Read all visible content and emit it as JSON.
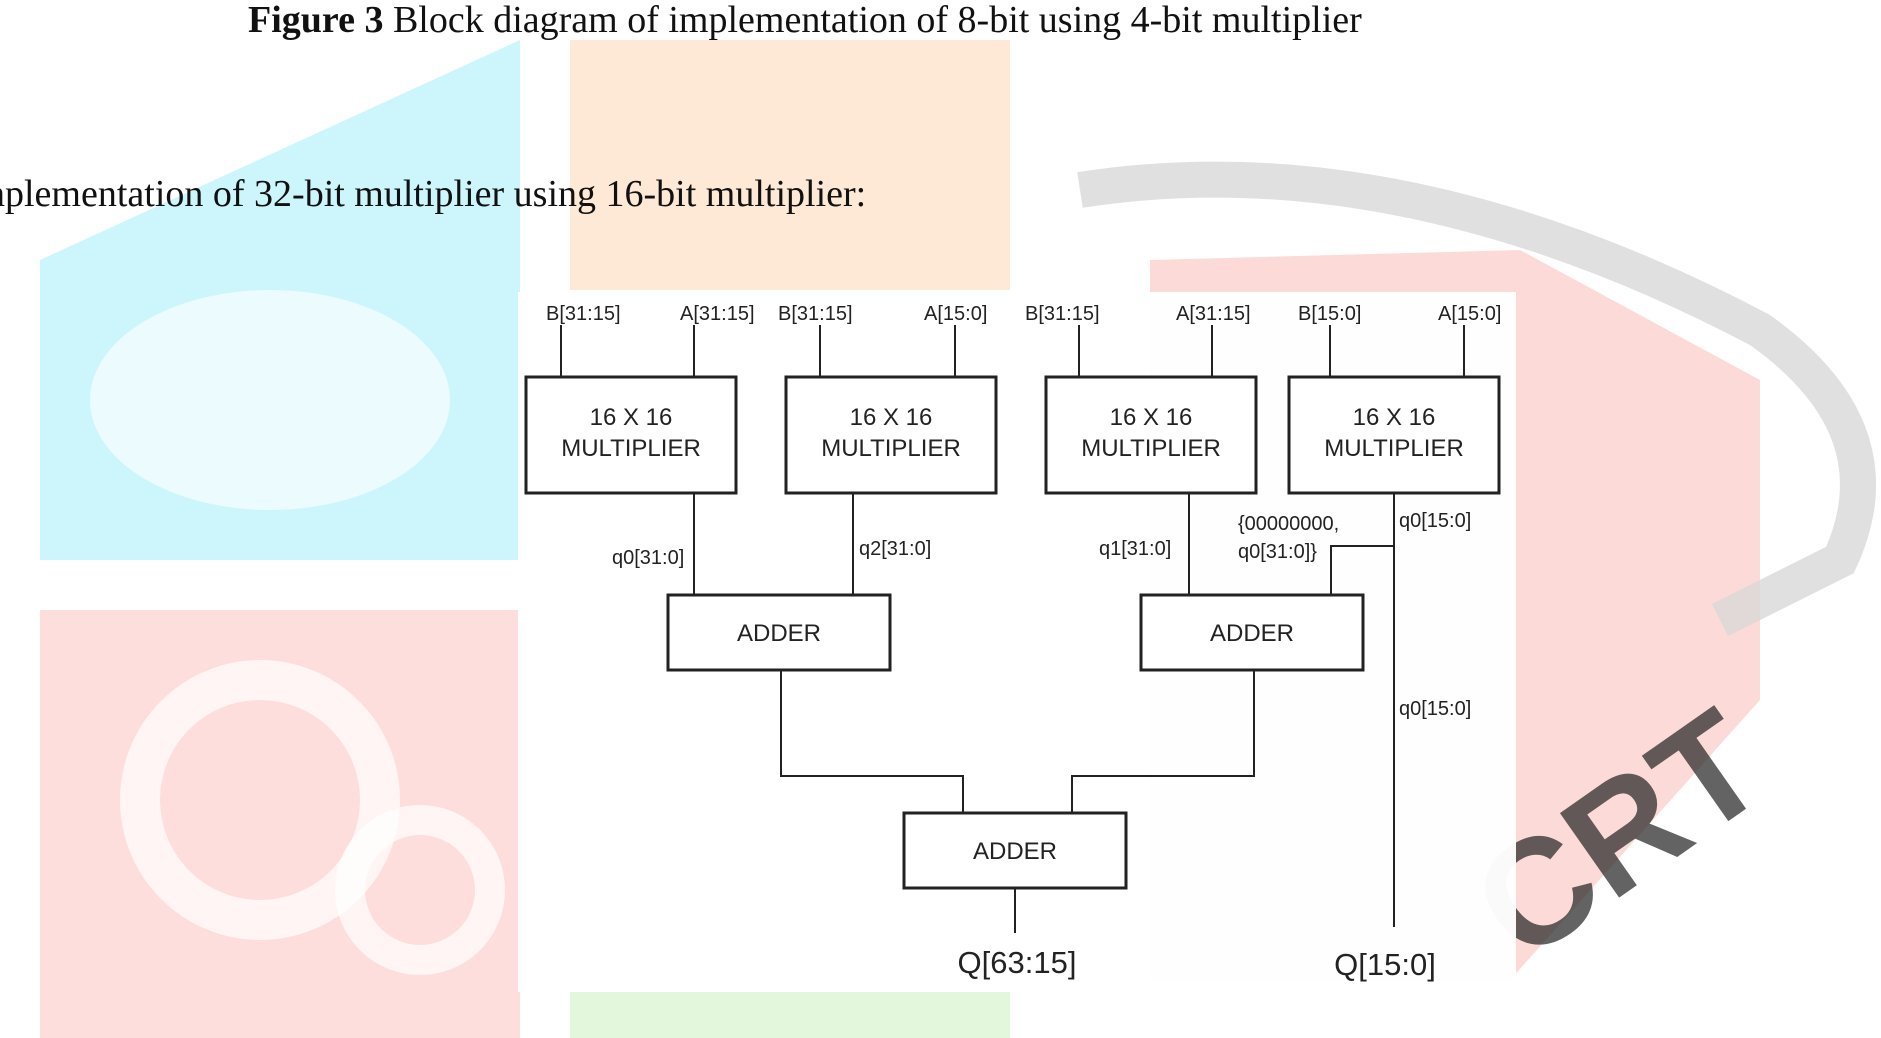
{
  "caption": {
    "figure_label": "Figure 3",
    "text": "Block diagram of implementation of 8-bit using 4-bit multiplier"
  },
  "subheading": "nplementation of 32-bit multiplier using 16-bit multiplier:",
  "diagram": {
    "inputs": [
      "B[31:15]",
      "A[31:15]",
      "B[31:15]",
      "A[15:0]",
      "B[31:15]",
      "A[31:15]",
      "B[15:0]",
      "A[15:0]"
    ],
    "multipliers": [
      {
        "line1": "16 X 16",
        "line2": "MULTIPLIER"
      },
      {
        "line1": "16 X 16",
        "line2": "MULTIPLIER"
      },
      {
        "line1": "16 X 16",
        "line2": "MULTIPLIER"
      },
      {
        "line1": "16 X 16",
        "line2": "MULTIPLIER"
      }
    ],
    "signals": {
      "q0_left": "q0[31:0]",
      "q2": "q2[31:0]",
      "q1": "q1[31:0]",
      "concat_line1": "{00000000,",
      "concat_line2": "q0[31:0]}",
      "q0_low_top": "q0[15:0]",
      "q0_low_mid": "q0[15:0]"
    },
    "adders": [
      "ADDER",
      "ADDER",
      "ADDER"
    ],
    "outputs": {
      "high": "Q[63:15]",
      "low": "Q[15:0]"
    }
  },
  "watermark": {
    "colors": {
      "cyan": "#bff3fb",
      "orange": "#fde3cc",
      "red": "#fbd4d2",
      "green": "#dff5d8",
      "grey": "#d6d6d6"
    }
  }
}
